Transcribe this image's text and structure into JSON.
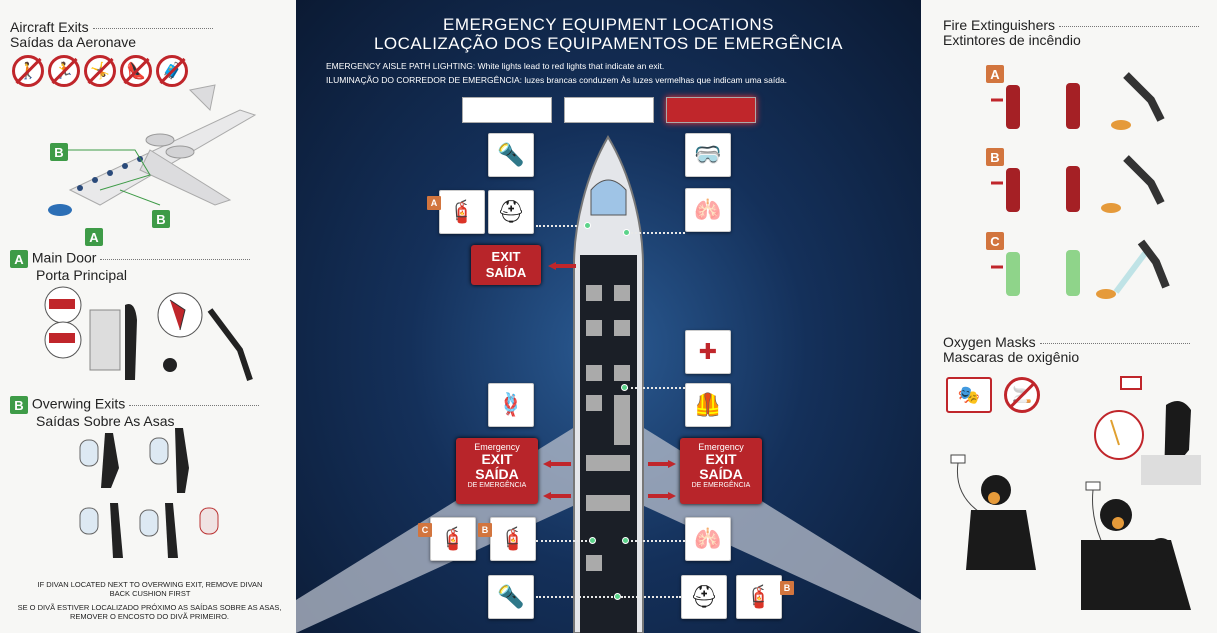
{
  "left": {
    "aircraft_exits": {
      "en": "Aircraft Exits",
      "pt": "Saídas da Aeronave"
    },
    "main_door": {
      "badge": "A",
      "en": "Main Door",
      "pt": "Porta Principal"
    },
    "overwing": {
      "badge": "B",
      "en": "Overwing Exits",
      "pt": "Saídas Sobre As Asas"
    },
    "note_en": "IF DIVAN LOCATED NEXT TO OVERWING EXIT, REMOVE DIVAN BACK CUSHION FIRST",
    "note_pt": "SE O DIVÃ ESTIVER LOCALIZADO PRÓXIMO AS SAÍDAS SOBRE AS ASAS, REMOVER O ENCOSTO DO DIVÃ PRIMEIRO.",
    "map_labels": [
      "B",
      "B",
      "A"
    ]
  },
  "center": {
    "title_en": "EMERGENCY EQUIPMENT LOCATIONS",
    "title_pt": "LOCALIZAÇÃO DOS EQUIPAMENTOS DE EMERGÊNCIA",
    "aisle_en": "EMERGENCY AISLE PATH LIGHTING: White lights lead to red lights that indicate an exit.",
    "aisle_pt": "ILUMINAÇÃO DO CORREDOR DE EMERGÊNCIA: luzes brancas conduzem Às luzes vermelhas que indicam uma saída.",
    "exit_front": {
      "l1": "EXIT",
      "l2": "SAÍDA"
    },
    "exit_left": {
      "l0": "Emergency",
      "l1": "EXIT",
      "l2": "SAÍDA",
      "l3": "DE EMERGÊNCIA"
    },
    "exit_right": {
      "l0": "Emergency",
      "l1": "EXIT",
      "l2": "SAÍDA",
      "l3": "DE EMERGÊNCIA"
    },
    "badges": [
      "A",
      "C",
      "B",
      "B"
    ],
    "colors": {
      "exit_red": "#b8252a",
      "light_red": "#c0262b",
      "dot_green": "#5cd38a"
    }
  },
  "right": {
    "fire": {
      "en": "Fire Extinguishers",
      "pt": "Extintores de incêndio"
    },
    "rows": [
      "A",
      "B",
      "C"
    ],
    "oxygen": {
      "en": "Oxygen Masks",
      "pt": "Mascaras de oxigênio"
    }
  }
}
